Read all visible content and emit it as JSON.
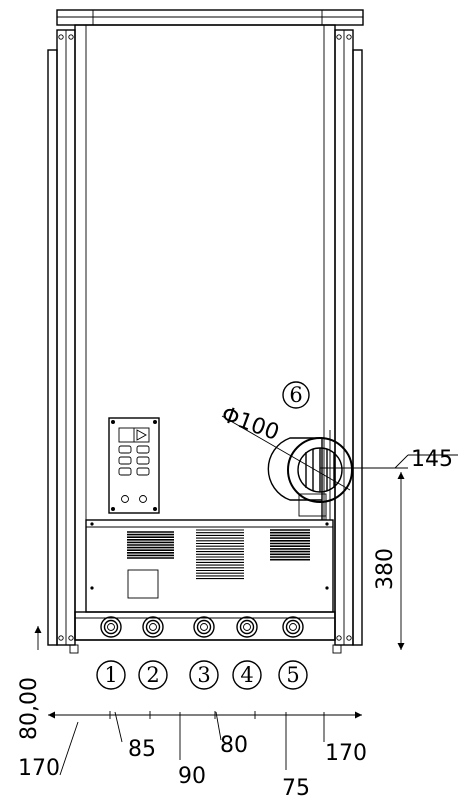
{
  "callouts": [
    "1",
    "2",
    "3",
    "4",
    "5"
  ],
  "outlet_callout": "6",
  "diameter_label": "Φ100",
  "outlet_height_label": "145",
  "outlet_elevation_label": "380",
  "base_offset_label": "80,00",
  "spacing_labels": [
    "170",
    "85",
    "90",
    "80",
    "75",
    "170"
  ]
}
